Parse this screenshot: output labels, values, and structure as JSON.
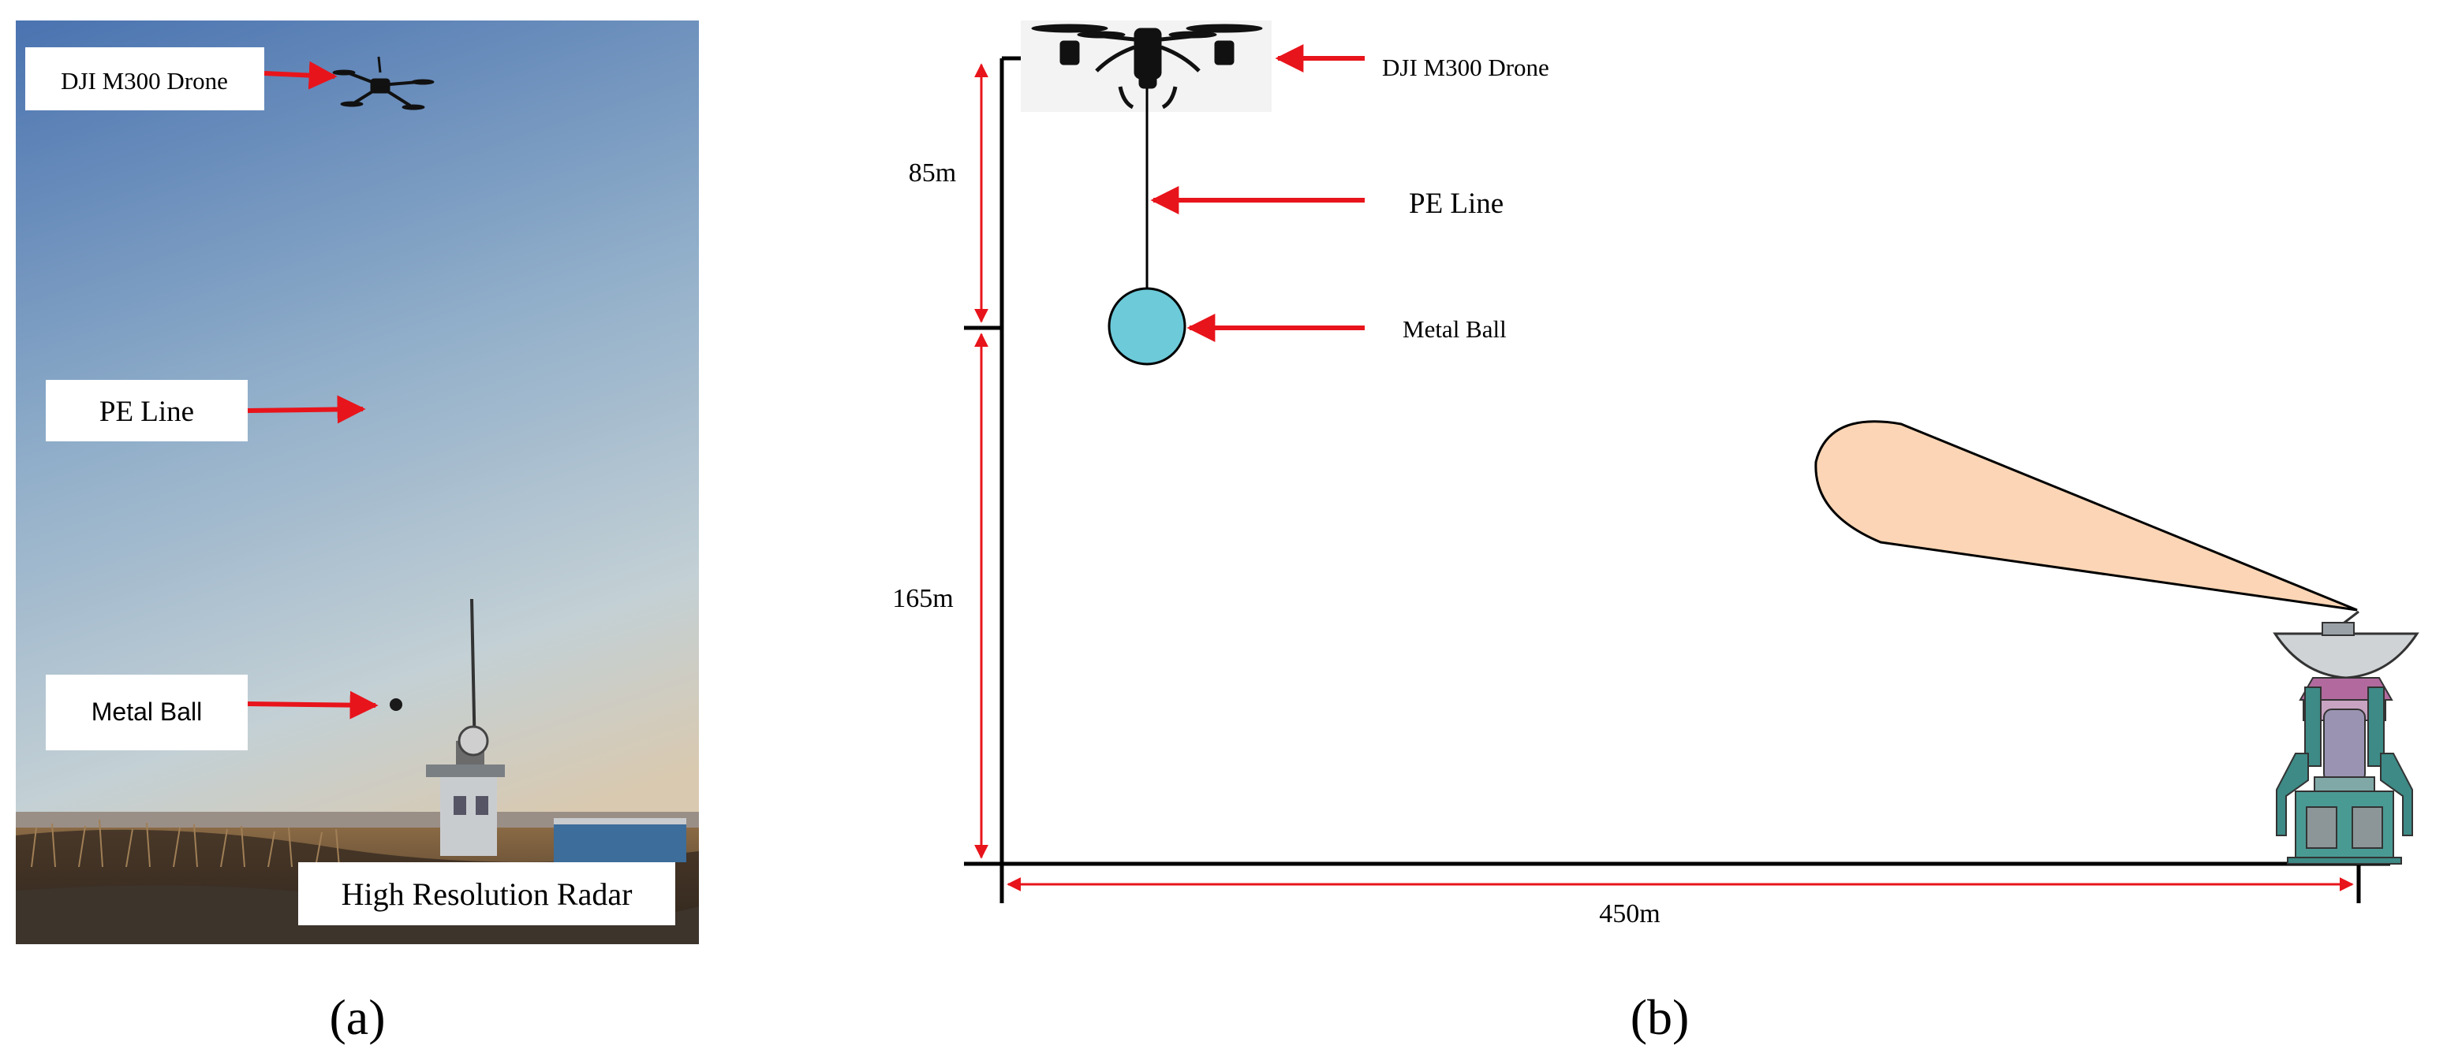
{
  "panel_a": {
    "caption": "(a)",
    "labels": {
      "drone": "DJI M300 Drone",
      "pe_line": "PE Line",
      "metal_ball": "Metal Ball",
      "radar": "High Resolution Radar"
    }
  },
  "panel_b": {
    "caption": "(b)",
    "labels": {
      "drone": "DJI M300 Drone",
      "pe_line": "PE Line",
      "metal_ball": "Metal Ball"
    },
    "dimensions": {
      "upper_height": "85m",
      "lower_height": "165m",
      "horizontal_distance": "450m"
    }
  },
  "colors": {
    "arrow": "#e8141b",
    "ball": "#6ccad9",
    "beam": "#fbd5b5",
    "sky_top": "#4d78b4",
    "sky_bottom": "#c2ced4",
    "ground": "#6a5238"
  }
}
